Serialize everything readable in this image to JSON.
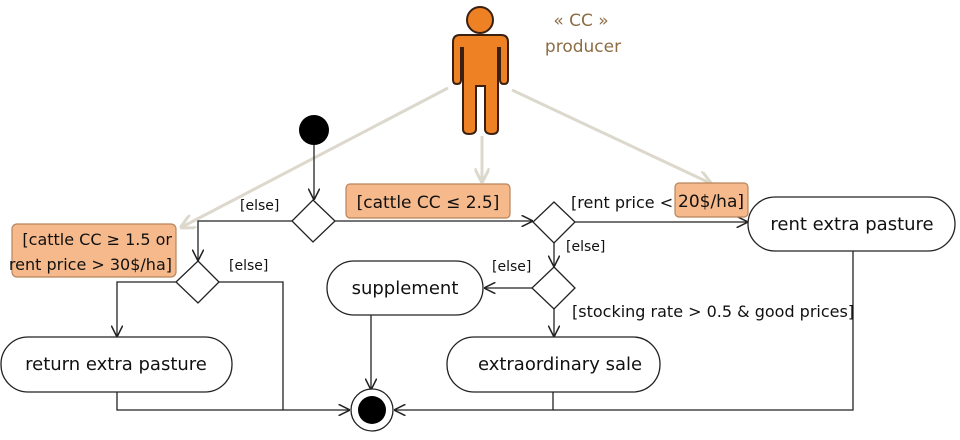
{
  "actor": {
    "icon": "person-icon",
    "stereotype": "« CC »",
    "name": "producer",
    "color": "#ee8124"
  },
  "actions": {
    "rent": "rent extra pasture",
    "return": "return extra pasture",
    "supplement": "supplement",
    "sale": "extraordinary sale"
  },
  "guards": {
    "else1": "[else]",
    "else2": "[else]",
    "else3": "[else]",
    "else4": "[else]",
    "rent_price_prefix": "[rent price <",
    "stocking": "[stocking rate > 0.5 & good prices]"
  },
  "notes": {
    "cattle_le": "[cattle CC ≤ 2.5]",
    "rent_price_value": "20$/ha]",
    "cattle_ge_line1": "[cattle CC ≥ 1.5 or",
    "cattle_ge_line2": "rent price > 30$/ha]",
    "color": "#f5b98c"
  }
}
